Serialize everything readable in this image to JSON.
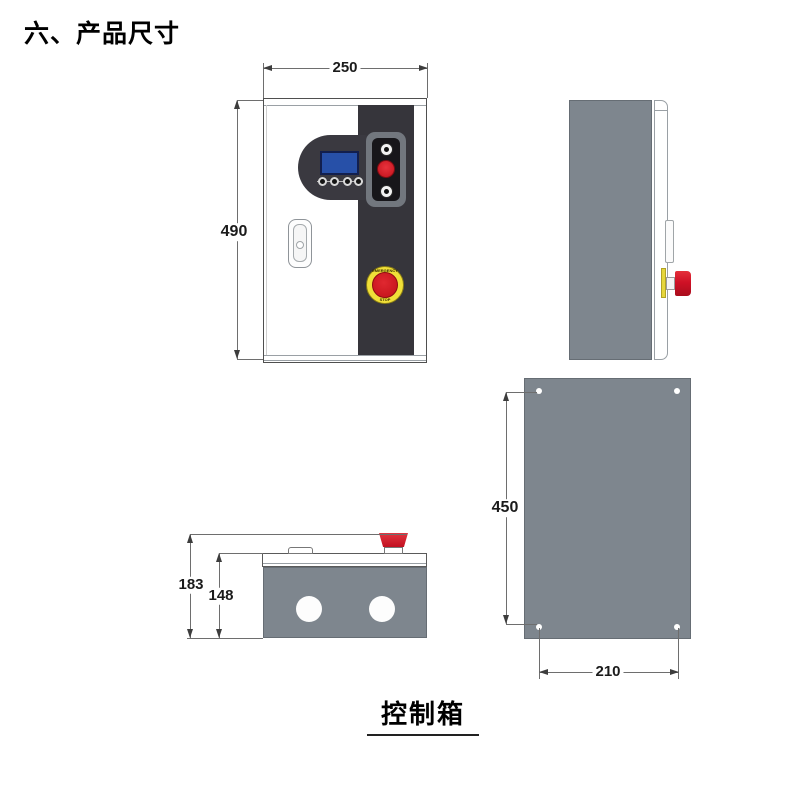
{
  "document": {
    "section_title": "六、产品尺寸",
    "figure_caption": "控制箱"
  },
  "dimension_labels": {
    "front_width": "250",
    "front_height": "490",
    "back_mount_height": "450",
    "back_mount_width": "210",
    "bottom_total_depth": "183",
    "bottom_body_depth": "148"
  },
  "emergency_stop": {
    "text_top": "EMERGENCY",
    "text_bottom": "STOP"
  },
  "colors": {
    "cabinet_gray": "#7E868E",
    "panel_dark": "#36353B",
    "control_pod_dark": "#3A3940",
    "lcd_blue": "#2750A8",
    "estop_red": "#D61F26",
    "estop_yellow": "#F0DF38",
    "button_surround_gray": "#72777E",
    "dimension_line_gray": "#6E6E6E"
  }
}
